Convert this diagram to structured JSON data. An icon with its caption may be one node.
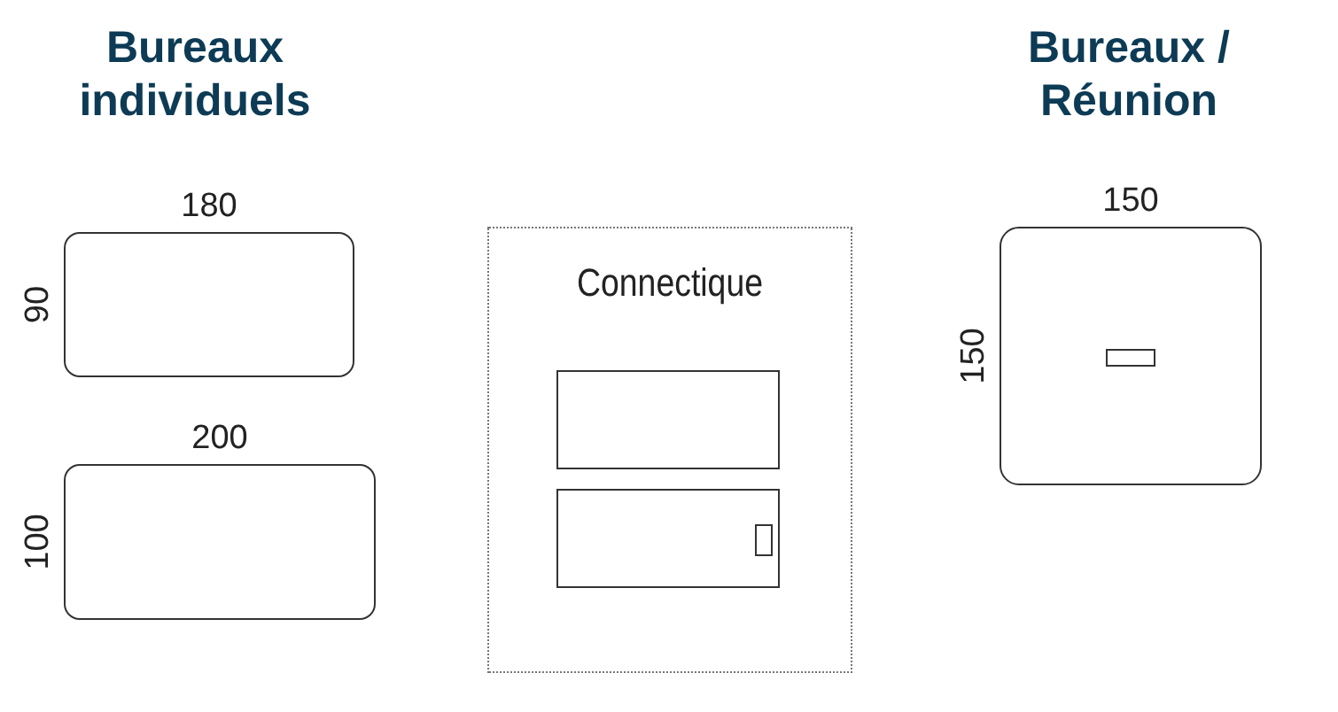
{
  "diagram": {
    "nodes": [
      {
        "text": [],
        "shape": "box",
        "beside": [
          "180",
          "90"
        ]
      },
      {
        "text": [],
        "shape": "box",
        "beside": [
          "200",
          "100"
        ]
      },
      {
        "text": [
          "Connectique"
        ]
      },
      {
        "text": [],
        "shape": "box",
        "in": 2
      },
      {
        "text": [],
        "shape": "box",
        "in": 2
      },
      {
        "text": [],
        "shape": "box",
        "beside": [
          "150",
          "150"
        ]
      }
    ],
    "labels": [
      "Bureaux individuels",
      "Bureaux / Réunion"
    ]
  }
}
